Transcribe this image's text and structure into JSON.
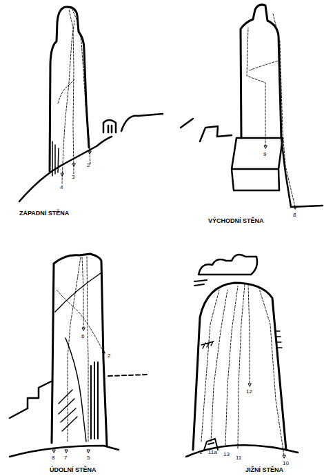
{
  "diagram": {
    "labels": [
      "4",
      "3",
      "2",
      "ZÁPADNÍ STĚNA",
      "9",
      "VÝCHODNÍ STĚNA",
      "8",
      "6",
      "2",
      "8",
      "7",
      "5",
      "ÚDOLNÍ STĚNA",
      "12",
      "1",
      "11a",
      "13",
      "11",
      "10",
      "JIŽNÍ STĚNA"
    ]
  }
}
